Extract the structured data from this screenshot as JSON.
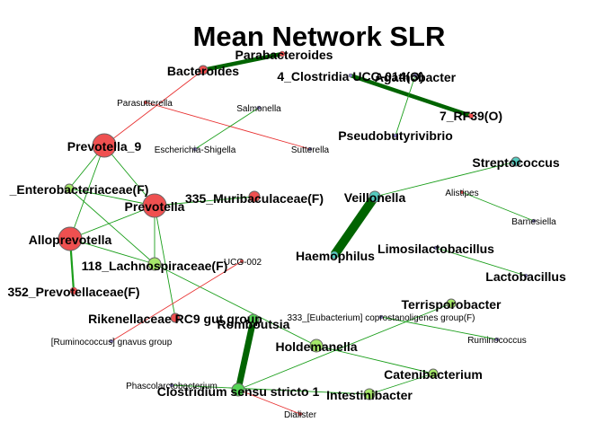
{
  "title": "Mean Network SLR",
  "colors": {
    "positive_edge": "#1a9e1a",
    "strong_edge": "#006400",
    "negative_edge": "#e83030",
    "red_node": "#ef5050",
    "green_node": "#a6e86a",
    "bright_green_node": "#55d555",
    "teal_node": "#55cbbf",
    "purple_node": "#8a80c8"
  },
  "nodes": [
    {
      "id": "Bacteroides",
      "label": "Bacteroides",
      "color": "red_node",
      "big": true
    },
    {
      "id": "Parabacteroides",
      "label": "Parabacteroides",
      "color": "red_node",
      "big": true
    },
    {
      "id": "4_Clostridia",
      "label": "4_Clostridia UCG-014(O)",
      "color": "purple_node",
      "big": true
    },
    {
      "id": "Agathobacter",
      "label": "Agathobacter",
      "color": "purple_node",
      "big": true
    },
    {
      "id": "7_RF39",
      "label": "7_RF39(O)",
      "color": "red_node",
      "big": true
    },
    {
      "id": "Parasutterella",
      "label": "Parasutterella",
      "color": "red_node",
      "big": false
    },
    {
      "id": "Salmonella",
      "label": "Salmonella",
      "color": "purple_node",
      "big": false
    },
    {
      "id": "Pseudobutyrivibrio",
      "label": "Pseudobutyrivibrio",
      "color": "purple_node",
      "big": true
    },
    {
      "id": "Prevotella_9",
      "label": "Prevotella_9",
      "color": "red_node",
      "big": true
    },
    {
      "id": "Escherichia",
      "label": "Escherichia-Shigella",
      "color": "purple_node",
      "big": false
    },
    {
      "id": "Sutterella",
      "label": "Sutterella",
      "color": "purple_node",
      "big": false
    },
    {
      "id": "Streptococcus",
      "label": "Streptococcus",
      "color": "teal_node",
      "big": true
    },
    {
      "id": "Enterobacteriaceae",
      "label": "_Enterobacteriaceae(F)",
      "color": "green_node",
      "big": true
    },
    {
      "id": "Prevotella",
      "label": "Prevotella",
      "color": "red_node",
      "big": true
    },
    {
      "id": "335_Muribaculaceae",
      "label": "335_Muribaculaceae(F)",
      "color": "red_node",
      "big": true
    },
    {
      "id": "Veillonella",
      "label": "Veillonella",
      "color": "teal_node",
      "big": true
    },
    {
      "id": "Alistipes",
      "label": "Alistipes",
      "color": "red_node",
      "big": false
    },
    {
      "id": "Barnesiella",
      "label": "Barnesiella",
      "color": "purple_node",
      "big": false
    },
    {
      "id": "Alloprevotella",
      "label": "Alloprevotella",
      "color": "red_node",
      "big": true
    },
    {
      "id": "Limosilactobacillus",
      "label": "Limosilactobacillus",
      "color": "purple_node",
      "big": true
    },
    {
      "id": "Haemophilus",
      "label": "Haemophilus",
      "color": "teal_node",
      "big": true
    },
    {
      "id": "Lactobacillus",
      "label": "Lactobacillus",
      "color": "purple_node",
      "big": true
    },
    {
      "id": "118_Lachnospiraceae",
      "label": "118_Lachnospiraceae(F)",
      "color": "green_node",
      "big": true
    },
    {
      "id": "UCG-002",
      "label": "UCG-002",
      "color": "red_node",
      "big": false
    },
    {
      "id": "352_Prevotellaceae",
      "label": "352_Prevotellaceae(F)",
      "color": "red_node",
      "big": true
    },
    {
      "id": "Terrisporobacter",
      "label": "Terrisporobacter",
      "color": "green_node",
      "big": true
    },
    {
      "id": "Rikenellaceae",
      "label": "Rikenellaceae RC9 gut group",
      "color": "red_node",
      "big": true
    },
    {
      "id": "Romboutsia",
      "label": "Romboutsia",
      "color": "bright_green_node",
      "big": true
    },
    {
      "id": "333_Eubacterium",
      "label": "333_[Eubacterium] coprostanoligenes group(F)",
      "color": "purple_node",
      "big": false
    },
    {
      "id": "Ruminococcus",
      "label": "Ruminococcus",
      "color": "purple_node",
      "big": false
    },
    {
      "id": "Ruminococcus_gnavus",
      "label": "[Ruminococcus] gnavus group",
      "color": "purple_node",
      "big": false
    },
    {
      "id": "Holdemanella",
      "label": "Holdemanella",
      "color": "green_node",
      "big": true
    },
    {
      "id": "Catenibacterium",
      "label": "Catenibacterium",
      "color": "green_node",
      "big": true
    },
    {
      "id": "Phascolarctobacterium",
      "label": "Phascolarctobacterium",
      "color": "purple_node",
      "big": false
    },
    {
      "id": "Clostridium_ss1",
      "label": "Clostridium sensu stricto 1",
      "color": "bright_green_node",
      "big": true
    },
    {
      "id": "Intestinibacter",
      "label": "Intestinibacter",
      "color": "green_node",
      "big": true
    },
    {
      "id": "Dialister",
      "label": "Dialister",
      "color": "red_node",
      "big": false
    }
  ],
  "edges": [
    {
      "from": "Bacteroides",
      "to": "Parabacteroides",
      "sign": "positive",
      "strength": 3
    },
    {
      "from": "4_Clostridia",
      "to": "7_RF39",
      "sign": "positive",
      "strength": 3
    },
    {
      "from": "Agathobacter",
      "to": "Pseudobutyrivibrio",
      "sign": "positive",
      "strength": 1
    },
    {
      "from": "Bacteroides",
      "to": "Prevotella_9",
      "sign": "negative",
      "strength": 1
    },
    {
      "from": "Parasutterella",
      "to": "Sutterella",
      "sign": "negative",
      "strength": 1
    },
    {
      "from": "Salmonella",
      "to": "Escherichia",
      "sign": "positive",
      "strength": 1
    },
    {
      "from": "Prevotella_9",
      "to": "Enterobacteriaceae",
      "sign": "positive",
      "strength": 1
    },
    {
      "from": "Prevotella_9",
      "to": "Prevotella",
      "sign": "positive",
      "strength": 1
    },
    {
      "from": "Prevotella_9",
      "to": "Alloprevotella",
      "sign": "positive",
      "strength": 1
    },
    {
      "from": "Enterobacteriaceae",
      "to": "Prevotella",
      "sign": "positive",
      "strength": 1
    },
    {
      "from": "Enterobacteriaceae",
      "to": "118_Lachnospiraceae",
      "sign": "positive",
      "strength": 1
    },
    {
      "from": "Prevotella",
      "to": "335_Muribaculaceae",
      "sign": "positive",
      "strength": 1
    },
    {
      "from": "Prevotella",
      "to": "Alloprevotella",
      "sign": "positive",
      "strength": 1
    },
    {
      "from": "Prevotella",
      "to": "118_Lachnospiraceae",
      "sign": "positive",
      "strength": 1
    },
    {
      "from": "Prevotella",
      "to": "Rikenellaceae",
      "sign": "positive",
      "strength": 1
    },
    {
      "from": "Alloprevotella",
      "to": "118_Lachnospiraceae",
      "sign": "positive",
      "strength": 1
    },
    {
      "from": "Alloprevotella",
      "to": "352_Prevotellaceae",
      "sign": "positive",
      "strength": 2
    },
    {
      "from": "118_Lachnospiraceae",
      "to": "Holdemanella",
      "sign": "positive",
      "strength": 1
    },
    {
      "from": "UCG-002",
      "to": "Ruminococcus_gnavus",
      "sign": "negative",
      "strength": 1
    },
    {
      "from": "Veillonella",
      "to": "Streptococcus",
      "sign": "positive",
      "strength": 1
    },
    {
      "from": "Veillonella",
      "to": "Haemophilus",
      "sign": "positive",
      "strength": 6
    },
    {
      "from": "Alistipes",
      "to": "Barnesiella",
      "sign": "positive",
      "strength": 1
    },
    {
      "from": "Limosilactobacillus",
      "to": "Lactobacillus",
      "sign": "positive",
      "strength": 1
    },
    {
      "from": "333_Eubacterium",
      "to": "Ruminococcus",
      "sign": "positive",
      "strength": 1
    },
    {
      "from": "Terrisporobacter",
      "to": "Clostridium_ss1",
      "sign": "positive",
      "strength": 1
    },
    {
      "from": "Romboutsia",
      "to": "Clostridium_ss1",
      "sign": "positive",
      "strength": 4
    },
    {
      "from": "Holdemanella",
      "to": "Catenibacterium",
      "sign": "positive",
      "strength": 1
    },
    {
      "from": "Catenibacterium",
      "to": "Intestinibacter",
      "sign": "positive",
      "strength": 1
    },
    {
      "from": "Phascolarctobacterium",
      "to": "Intestinibacter",
      "sign": "positive",
      "strength": 1
    },
    {
      "from": "Clostridium_ss1",
      "to": "Dialister",
      "sign": "negative",
      "strength": 1
    }
  ]
}
